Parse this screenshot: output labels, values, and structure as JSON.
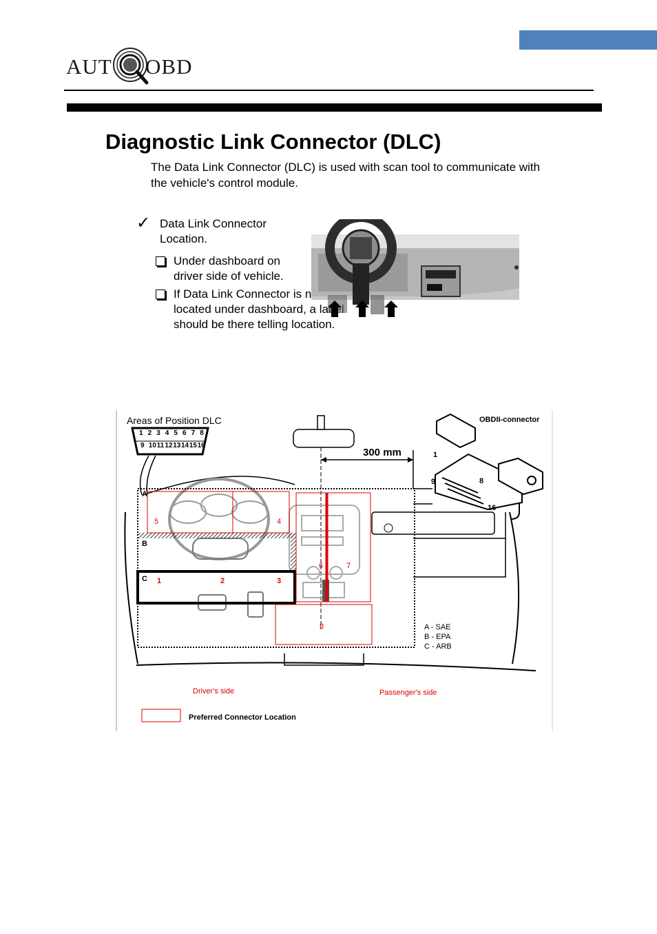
{
  "header": {
    "logo_left": "AUT",
    "logo_right": "OBD"
  },
  "title": "Diagnostic Link Connector (DLC)",
  "intro": "The Data Link Connector (DLC) is used with scan tool to communicate with the vehicle's control module.",
  "checklist": {
    "mark": "✓",
    "text": "Data Link Connector Location.",
    "items": [
      "Under dashboard on driver side of vehicle.",
      "If Data Link Connector is not located under dashboard, a label should be there telling location."
    ]
  },
  "diagram": {
    "title": "Areas of Position DLC",
    "pins_top": [
      "1",
      "2",
      "3",
      "4",
      "5",
      "6",
      "7",
      "8"
    ],
    "pins_bottom": [
      "9",
      "10",
      "11",
      "12",
      "13",
      "14",
      "15",
      "16"
    ],
    "distance": "300 mm",
    "connector_label": "OBDII-connector",
    "connector_pins": [
      "1",
      "9",
      "8",
      "16"
    ],
    "zones": [
      "A",
      "B",
      "C"
    ],
    "location_numbers": [
      "1",
      "2",
      "3",
      "4",
      "5",
      "6",
      "7",
      "8"
    ],
    "legend": [
      "A - SAE",
      "B - EPA",
      "C - ARB"
    ],
    "drivers_side": "Driver's side",
    "passengers_side": "Passenger's side",
    "preferred": "Preferred Connector Location"
  },
  "colors": {
    "accent_bar": "#4f81bd",
    "marker_red": "#e00000"
  }
}
